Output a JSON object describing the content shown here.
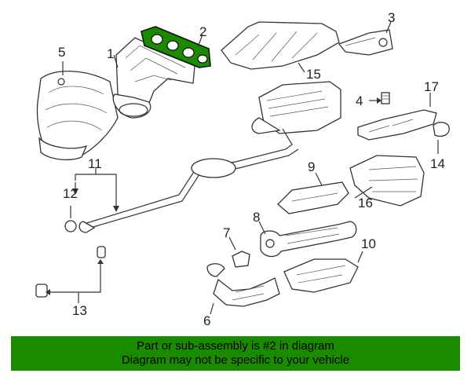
{
  "callouts": [
    "1",
    "2",
    "3",
    "4",
    "5",
    "6",
    "7",
    "8",
    "9",
    "10",
    "11",
    "12",
    "13",
    "14",
    "15",
    "16",
    "17"
  ],
  "banner": {
    "line1": "Part or sub-assembly is #2 in diagram",
    "line2": "Diagram may not be specific to your vehicle",
    "background": "#1a8a00"
  },
  "highlight_color": "#1a8a00"
}
